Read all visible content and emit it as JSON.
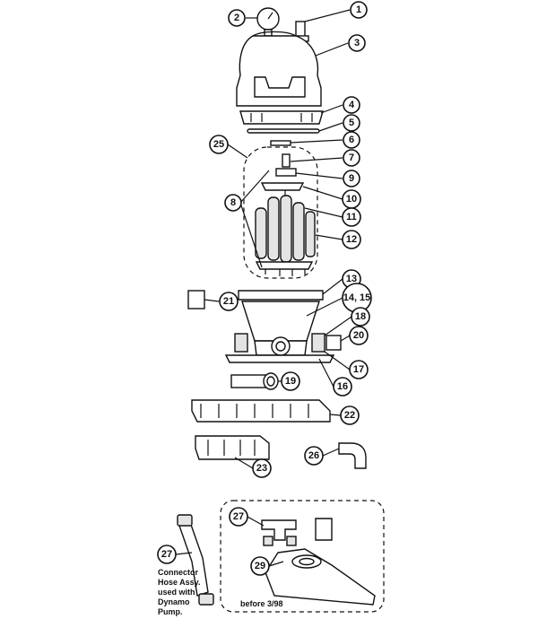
{
  "callouts": {
    "c1": "1",
    "c2": "2",
    "c3": "3",
    "c4": "4",
    "c5": "5",
    "c6": "6",
    "c7": "7",
    "c8": "8",
    "c9": "9",
    "c10": "10",
    "c11": "11",
    "c12": "12",
    "c13": "13",
    "c14": "14, 15",
    "c16": "16",
    "c17": "17",
    "c18": "18",
    "c19": "19",
    "c20": "20",
    "c21": "21",
    "c22": "22",
    "c23": "23",
    "c25": "25",
    "c26": "26",
    "c27a": "27",
    "c27b": "27",
    "c29": "29"
  },
  "notes": {
    "connector_line1": "Connector",
    "connector_line2": "Hose Assy.",
    "connector_line3": "used with",
    "connector_line4": "Dynamo",
    "connector_line5": "Pump.",
    "before_date": "before 3/98"
  }
}
